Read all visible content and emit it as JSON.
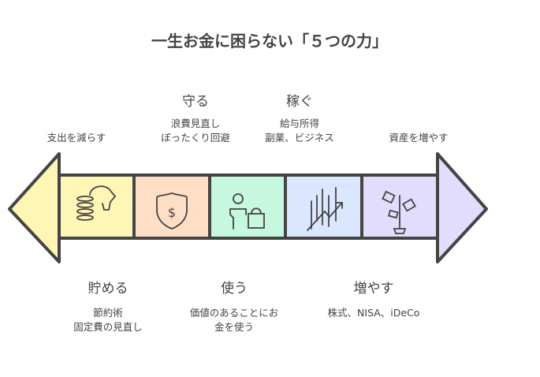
{
  "title": "一生お金に困らない「５つの力」",
  "left_arrow": "支出を減らす",
  "right_arrow": "資産を増やす",
  "items": [
    {
      "name": "貯める",
      "desc1": "節約術",
      "desc2": "固定費の見直し",
      "color": "#fff6b5",
      "icon": "piggy-bank-coins-icon"
    },
    {
      "name": "守る",
      "desc1": "浪費見直し",
      "desc2": "ぼったくり回避",
      "color": "#ffdec6",
      "icon": "shield-dollar-icon"
    },
    {
      "name": "使う",
      "desc1": "価値のあることにお",
      "desc2": "金を使う",
      "color": "#c6f7df",
      "icon": "person-shopping-bag-icon"
    },
    {
      "name": "稼ぐ",
      "desc1": "給与所得",
      "desc2": "副業、ビジネス",
      "color": "#dbe7ff",
      "icon": "growth-chart-icon"
    },
    {
      "name": "増やす",
      "desc1": "株式、NISA、iDeCo",
      "color": "#e2ddfc",
      "icon": "money-plant-icon"
    }
  ]
}
